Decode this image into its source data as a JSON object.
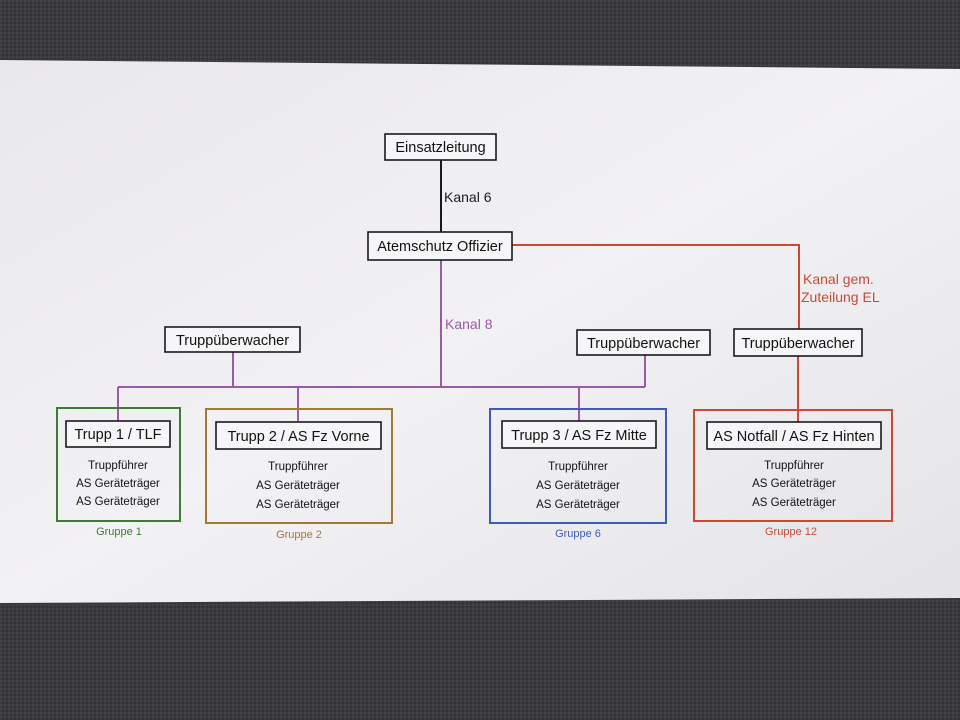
{
  "diagram": {
    "colors": {
      "black": "#1a1a1a",
      "purple": "#9b5aa8",
      "red": "#c84a35",
      "green": "#3e7b35",
      "brown": "#a37a33",
      "blue": "#3c5db5"
    },
    "nodes": {
      "einsatzleitung": "Einsatzleitung",
      "officer": "Atemschutz Offizier",
      "watcher_left": "Truppüberwacher",
      "watcher_mid": "Truppüberwacher",
      "watcher_right": "Truppüberwacher"
    },
    "channels": {
      "kanal6": "Kanal 6",
      "kanal8": "Kanal 8",
      "kanal_gem_line1": "Kanal gem.",
      "kanal_gem_line2": "Zuteilung EL"
    },
    "squads": [
      {
        "title": "Trupp 1 / TLF",
        "roles": [
          "Truppführer",
          "AS Geräteträger",
          "AS Geräteträger"
        ],
        "group": "Gruppe 1",
        "color": "#3e7b35"
      },
      {
        "title": "Trupp 2 / AS Fz Vorne",
        "roles": [
          "Truppführer",
          "AS Geräteträger",
          "AS Geräteträger"
        ],
        "group": "Gruppe 2",
        "color": "#a37a33"
      },
      {
        "title": "Trupp 3 / AS Fz Mitte",
        "roles": [
          "Truppführer",
          "AS Geräteträger",
          "AS Geräteträger"
        ],
        "group": "Gruppe 6",
        "color": "#3c5db5"
      },
      {
        "title": "AS Notfall / AS Fz Hinten",
        "roles": [
          "Truppführer",
          "AS Geräteträger",
          "AS Geräteträger"
        ],
        "group": "Gruppe 12",
        "color": "#c84a35"
      }
    ]
  }
}
